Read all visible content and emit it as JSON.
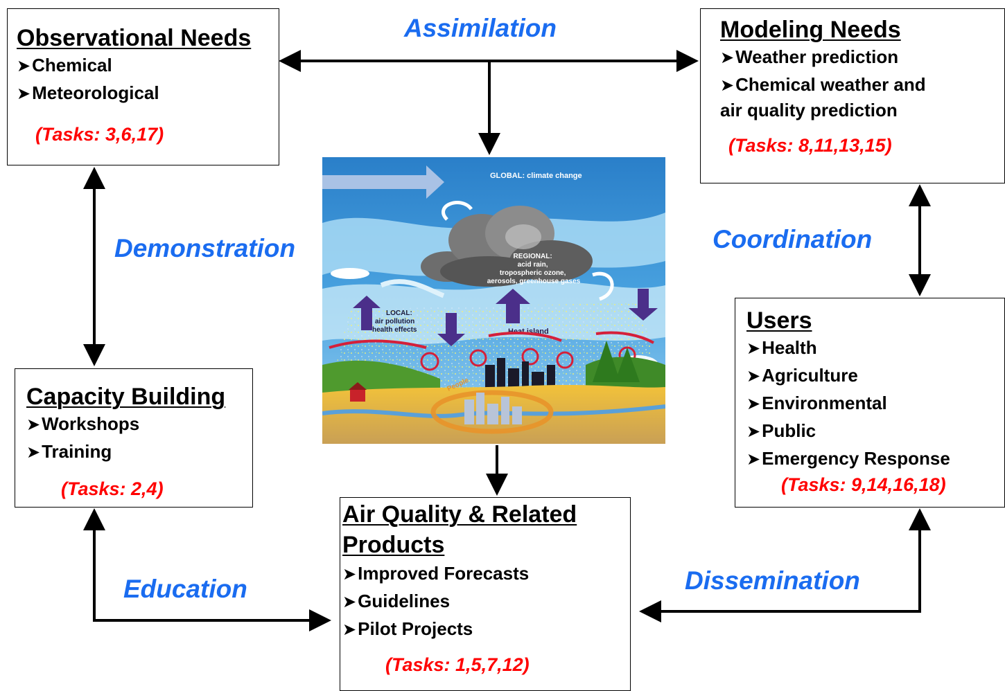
{
  "relations": {
    "assimilation": "Assimilation",
    "demonstration": "Demonstration",
    "coordination": "Coordination",
    "education": "Education",
    "dissemination": "Dissemination"
  },
  "observational": {
    "title": "Observational Needs",
    "items": [
      "Chemical",
      "Meteorological"
    ],
    "tasks": "(Tasks: 3,6,17)"
  },
  "modeling": {
    "title": "Modeling Needs",
    "items": [
      "Weather prediction",
      "Chemical weather and",
      "air quality prediction"
    ],
    "tasks": "(Tasks: 8,11,13,15)"
  },
  "capacity": {
    "title": "Capacity Building",
    "items": [
      "Workshops",
      "Training"
    ],
    "tasks": "(Tasks: 2,4)"
  },
  "users": {
    "title": "Users",
    "items": [
      "Health",
      "Agriculture",
      "Environmental",
      "Public",
      "Emergency Response"
    ],
    "tasks": "(Tasks: 9,14,16,18)"
  },
  "products": {
    "title_line1": "Air Quality & Related",
    "title_line2": "Products",
    "items": [
      "Improved Forecasts",
      "Guidelines",
      "Pilot Projects"
    ],
    "tasks": "(Tasks: 1,5,7,12)"
  },
  "illustration": {
    "global_label": "GLOBAL: climate change",
    "regional_label": [
      "REGIONAL:",
      "acid rain,",
      "tropospheric ozone,",
      "aerosols, greenhouse gases"
    ],
    "local_label": [
      "LOCAL:",
      "air pollution",
      "health effects"
    ],
    "heat_label": "Heat island",
    "people_label": "People"
  },
  "colors": {
    "relation_text": "#1a6cf0",
    "tasks_text": "#ff0000",
    "arrows": "#000000"
  }
}
